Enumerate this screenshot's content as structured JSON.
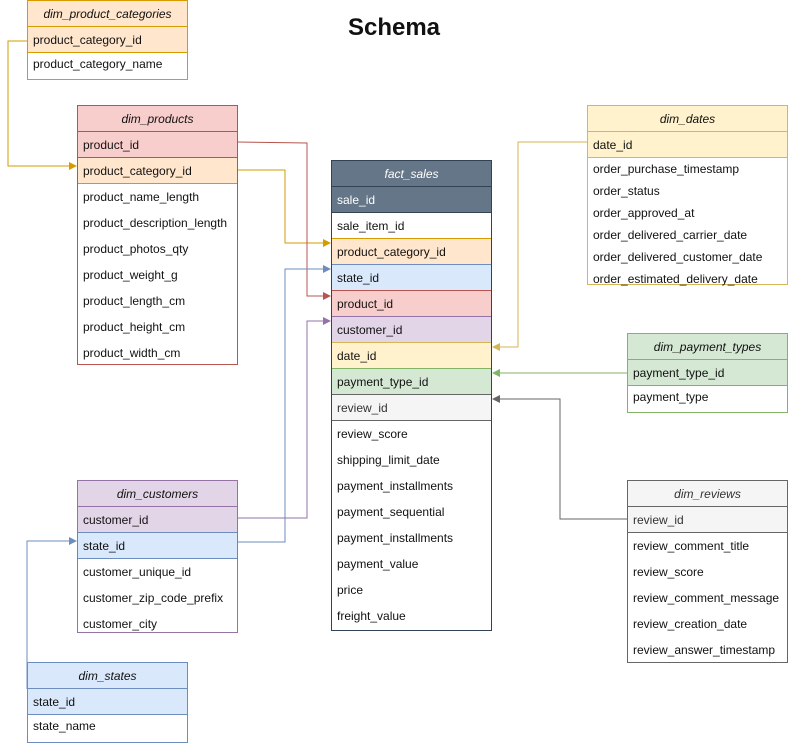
{
  "title": "Schema",
  "colors": {
    "orange_fill": "#ffe6cc",
    "orange_stroke": "#d79b00",
    "yellow_fill": "#fff2cc",
    "yellow_stroke": "#d6b656",
    "red_fill": "#f8cecc",
    "red_stroke": "#b85450",
    "slate_fill": "#647687",
    "slate_stroke": "#314354",
    "purple_fill": "#e1d5e7",
    "purple_stroke": "#9673a6",
    "blue_fill": "#dae8fc",
    "blue_stroke": "#6c8ebf",
    "green_fill": "#d5e8d4",
    "green_stroke": "#82b366",
    "gray_fill": "#f5f5f5",
    "gray_stroke": "#666666"
  },
  "tables": {
    "dim_product_categories": {
      "name": "dim_product_categories",
      "fields": [
        "product_category_id",
        "product_category_name"
      ]
    },
    "dim_products": {
      "name": "dim_products",
      "fields": [
        "product_id",
        "product_category_id",
        "product_name_length",
        "product_description_length",
        "product_photos_qty",
        "product_weight_g",
        "product_length_cm",
        "product_height_cm",
        "product_width_cm"
      ]
    },
    "dim_dates": {
      "name": "dim_dates",
      "fields": [
        "date_id",
        "order_purchase_timestamp",
        "order_status",
        "order_approved_at",
        "order_delivered_carrier_date",
        "order_delivered_customer_date",
        "order_estimated_delivery_date"
      ]
    },
    "fact_sales": {
      "name": "fact_sales",
      "fields": [
        "sale_id",
        "sale_item_id",
        "product_category_id",
        "state_id",
        "product_id",
        "customer_id",
        "date_id",
        "payment_type_id",
        "review_id",
        "review_score",
        "shipping_limit_date",
        "payment_installments",
        "payment_sequential",
        "payment_installments",
        "payment_value",
        "price",
        "freight_value"
      ]
    },
    "dim_payment_types": {
      "name": "dim_payment_types",
      "fields": [
        "payment_type_id",
        "payment_type"
      ]
    },
    "dim_customers": {
      "name": "dim_customers",
      "fields": [
        "customer_id",
        "state_id",
        "customer_unique_id",
        "customer_zip_code_prefix",
        "customer_city"
      ]
    },
    "dim_reviews": {
      "name": "dim_reviews",
      "fields": [
        "review_id",
        "review_comment_title",
        "review_score",
        "review_comment_message",
        "review_creation_date",
        "review_answer_timestamp"
      ]
    },
    "dim_states": {
      "name": "dim_states",
      "fields": [
        "state_id",
        "state_name"
      ]
    }
  }
}
